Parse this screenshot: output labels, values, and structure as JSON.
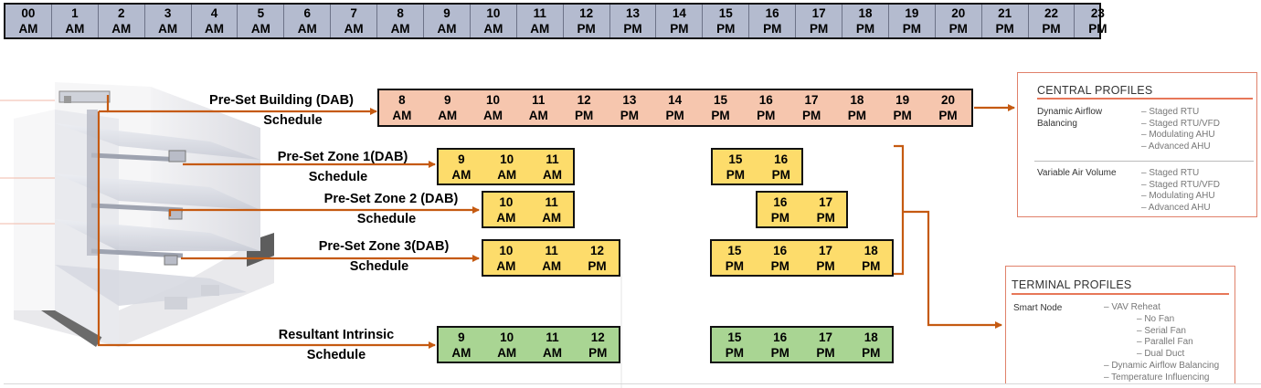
{
  "top_bar": [
    {
      "h": "00",
      "p": "AM"
    },
    {
      "h": "1",
      "p": "AM"
    },
    {
      "h": "2",
      "p": "AM"
    },
    {
      "h": "3",
      "p": "AM"
    },
    {
      "h": "4",
      "p": "AM"
    },
    {
      "h": "5",
      "p": "AM"
    },
    {
      "h": "6",
      "p": "AM"
    },
    {
      "h": "7",
      "p": "AM"
    },
    {
      "h": "8",
      "p": "AM"
    },
    {
      "h": "9",
      "p": "AM"
    },
    {
      "h": "10",
      "p": "AM"
    },
    {
      "h": "11",
      "p": "AM"
    },
    {
      "h": "12",
      "p": "PM"
    },
    {
      "h": "13",
      "p": "PM"
    },
    {
      "h": "14",
      "p": "PM"
    },
    {
      "h": "15",
      "p": "PM"
    },
    {
      "h": "16",
      "p": "PM"
    },
    {
      "h": "17",
      "p": "PM"
    },
    {
      "h": "18",
      "p": "PM"
    },
    {
      "h": "19",
      "p": "PM"
    },
    {
      "h": "20",
      "p": "PM"
    },
    {
      "h": "21",
      "p": "PM"
    },
    {
      "h": "22",
      "p": "PM"
    },
    {
      "h": "23",
      "p": "PM"
    }
  ],
  "schedules": {
    "building": {
      "label_line1": "Pre-Set Building (DAB)",
      "label_line2": "Schedule",
      "cells": [
        {
          "h": "8",
          "p": "AM"
        },
        {
          "h": "9",
          "p": "AM"
        },
        {
          "h": "10",
          "p": "AM"
        },
        {
          "h": "11",
          "p": "AM"
        },
        {
          "h": "12",
          "p": "PM"
        },
        {
          "h": "13",
          "p": "PM"
        },
        {
          "h": "14",
          "p": "PM"
        },
        {
          "h": "15",
          "p": "PM"
        },
        {
          "h": "16",
          "p": "PM"
        },
        {
          "h": "17",
          "p": "PM"
        },
        {
          "h": "18",
          "p": "PM"
        },
        {
          "h": "19",
          "p": "PM"
        },
        {
          "h": "20",
          "p": "PM"
        }
      ]
    },
    "zone1": {
      "label_line1": "Pre-Set Zone 1(DAB)",
      "label_line2": "Schedule",
      "blockA": [
        {
          "h": "9",
          "p": "AM"
        },
        {
          "h": "10",
          "p": "AM"
        },
        {
          "h": "11",
          "p": "AM"
        }
      ],
      "blockB": [
        {
          "h": "15",
          "p": "PM"
        },
        {
          "h": "16",
          "p": "PM"
        }
      ]
    },
    "zone2": {
      "label_line1": "Pre-Set Zone 2 (DAB)",
      "label_line2": "Schedule",
      "blockA": [
        {
          "h": "10",
          "p": "AM"
        },
        {
          "h": "11",
          "p": "AM"
        }
      ],
      "blockB": [
        {
          "h": "16",
          "p": "PM"
        },
        {
          "h": "17",
          "p": "PM"
        }
      ]
    },
    "zone3": {
      "label_line1": "Pre-Set Zone 3(DAB)",
      "label_line2": "Schedule",
      "blockA": [
        {
          "h": "10",
          "p": "AM"
        },
        {
          "h": "11",
          "p": "AM"
        },
        {
          "h": "12",
          "p": "PM"
        }
      ],
      "blockB": [
        {
          "h": "15",
          "p": "PM"
        },
        {
          "h": "16",
          "p": "PM"
        },
        {
          "h": "17",
          "p": "PM"
        },
        {
          "h": "18",
          "p": "PM"
        }
      ]
    },
    "resultant": {
      "label_line1": "Resultant Intrinsic",
      "label_line2": "Schedule",
      "blockA": [
        {
          "h": "9",
          "p": "AM"
        },
        {
          "h": "10",
          "p": "AM"
        },
        {
          "h": "11",
          "p": "AM"
        },
        {
          "h": "12",
          "p": "PM"
        }
      ],
      "blockB": [
        {
          "h": "15",
          "p": "PM"
        },
        {
          "h": "16",
          "p": "PM"
        },
        {
          "h": "17",
          "p": "PM"
        },
        {
          "h": "18",
          "p": "PM"
        }
      ]
    }
  },
  "central_profiles": {
    "title": "CENTRAL PROFILES",
    "dab_label_line1": "Dynamic Airflow",
    "dab_label_line2": "Balancing",
    "dab_items": [
      "–  Staged RTU",
      "–  Staged RTU/VFD",
      "–  Modulating AHU",
      "–  Advanced AHU"
    ],
    "vav_label": "Variable Air Volume",
    "vav_items": [
      "–  Staged RTU",
      "–  Staged RTU/VFD",
      "–  Modulating AHU",
      "–  Advanced AHU"
    ]
  },
  "terminal_profiles": {
    "title": "TERMINAL PROFILES",
    "node_label": "Smart Node",
    "items": [
      "–  VAV Reheat",
      "–  Dynamic Airflow Balancing",
      "–  Temperature Influencing"
    ],
    "sub_items": [
      "–  No Fan",
      "–  Serial Fan",
      "–  Parallel Fan",
      "–  Dual Duct"
    ]
  },
  "colors": {
    "arrow": "#c55a11",
    "top_bar": "#b4bbcf",
    "building_schedule": "#f6c6ae",
    "zone_schedule": "#fddc6b",
    "resultant_schedule": "#a9d593",
    "panel_border": "#e0816a"
  }
}
